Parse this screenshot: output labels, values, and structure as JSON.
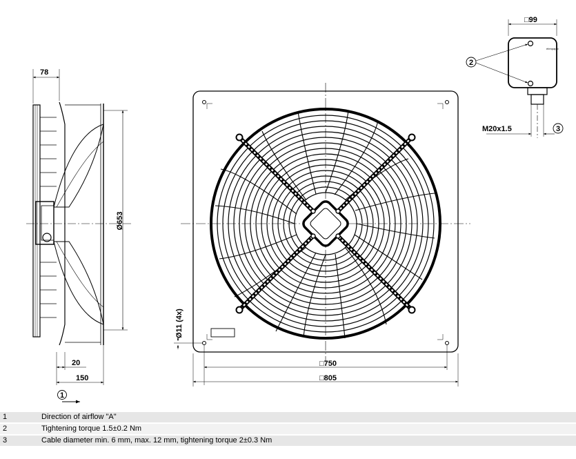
{
  "dimensions": {
    "fan_depth": "78",
    "guard_diameter": "Ø653",
    "inlet_offset": "20",
    "overall_depth": "150",
    "hole_diameter": "Ø11 (4x)",
    "hole_spacing": "□750",
    "plate_size": "□805",
    "terminal_box": "□99",
    "cable_gland": "M20x1.5"
  },
  "callouts": {
    "airflow": "1",
    "torque": "2",
    "cable": "3"
  },
  "brand_mark": "ebmpapst",
  "legend": [
    {
      "num": "1",
      "text": "Direction of airflow \"A\""
    },
    {
      "num": "2",
      "text": "Tightening torque 1.5±0.2 Nm"
    },
    {
      "num": "3",
      "text": "Cable diameter min. 6 mm, max. 12 mm, tightening torque 2±0.3 Nm"
    }
  ]
}
